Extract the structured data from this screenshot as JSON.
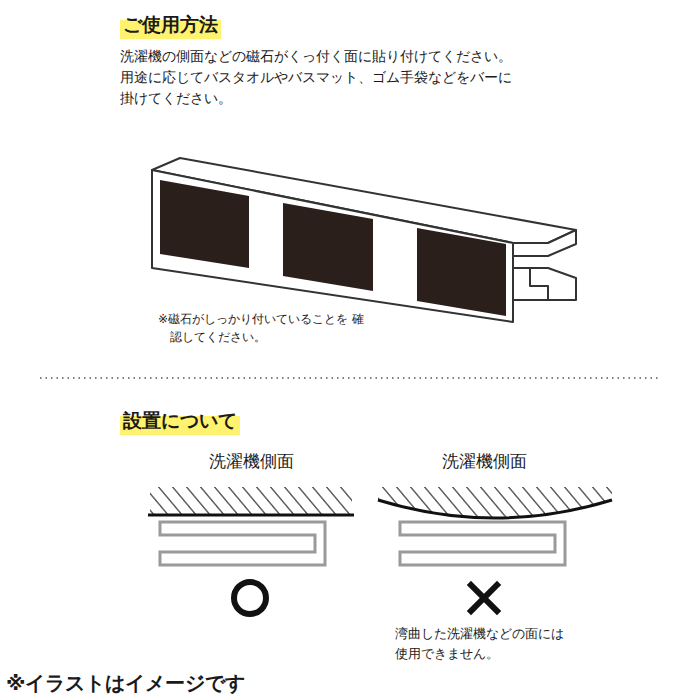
{
  "diagram": {
    "labels": [
      "ご使用方法",
      "洗濯機の側面などの磁石がくっ付く面に貼り付けてください。",
      "用途に応じてバスタオルやバスマット、ゴム手袋などをバーに 掛けてください。",
      "※磁石がしっかり付いていることを 確認してください。",
      "設置について",
      "洗濯機側面",
      "洗濯機側面",
      "湾曲した洗濯機などの面には 使用できません。",
      "※イラストはイメージです"
    ]
  }
}
